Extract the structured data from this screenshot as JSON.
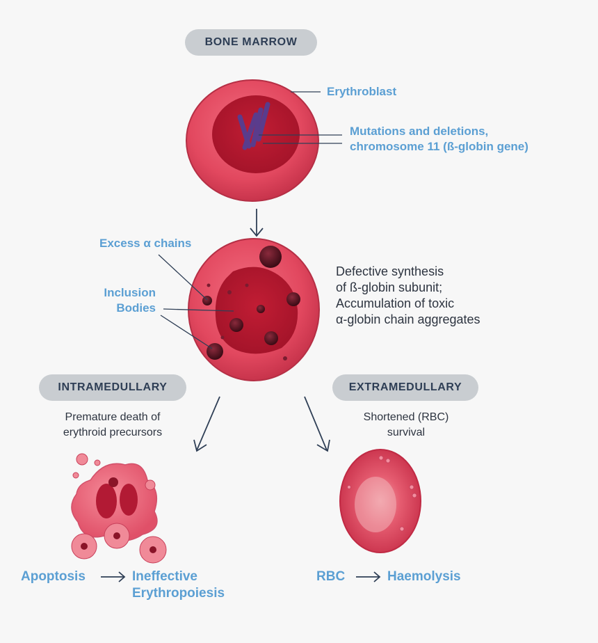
{
  "bone_marrow": "BONE MARROW",
  "erythroblast": "Erythroblast",
  "mutations": [
    "Mutations and deletions,",
    "chromosome 11 (ß-globin gene)"
  ],
  "excess_chains": "Excess α chains",
  "inclusion_bodies": [
    "Inclusion",
    "Bodies"
  ],
  "defective": [
    "Defective synthesis",
    "of ß-globin subunit;",
    "Accumulation of toxic",
    "α-globin chain aggregates"
  ],
  "intramedullary": "INTRAMEDULLARY",
  "extramedullary": "EXTRAMEDULLARY",
  "premature": [
    "Premature death of",
    "erythroid precursors"
  ],
  "shortened": [
    "Shortened (RBC)",
    "survival"
  ],
  "apoptosis": "Apoptosis",
  "ineffective": [
    "Ineffective",
    "Erythropoiesis"
  ],
  "rbc": "RBC",
  "haemolysis": "Haemolysis",
  "colors": {
    "accent_blue": "#5b9fd3",
    "pill_bg": "#c9cdd1",
    "pill_text": "#2e3e55",
    "line": "#2f3f56",
    "cell_red": "#e0475f"
  }
}
